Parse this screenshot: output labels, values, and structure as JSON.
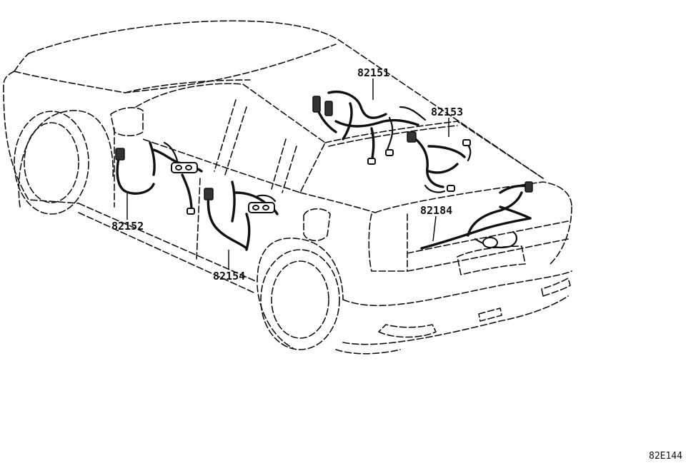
{
  "parts": [
    {
      "number": "82151"
    },
    {
      "number": "82153"
    },
    {
      "number": "82184"
    },
    {
      "number": "82152"
    },
    {
      "number": "82154"
    }
  ],
  "figure_code": "82E144"
}
